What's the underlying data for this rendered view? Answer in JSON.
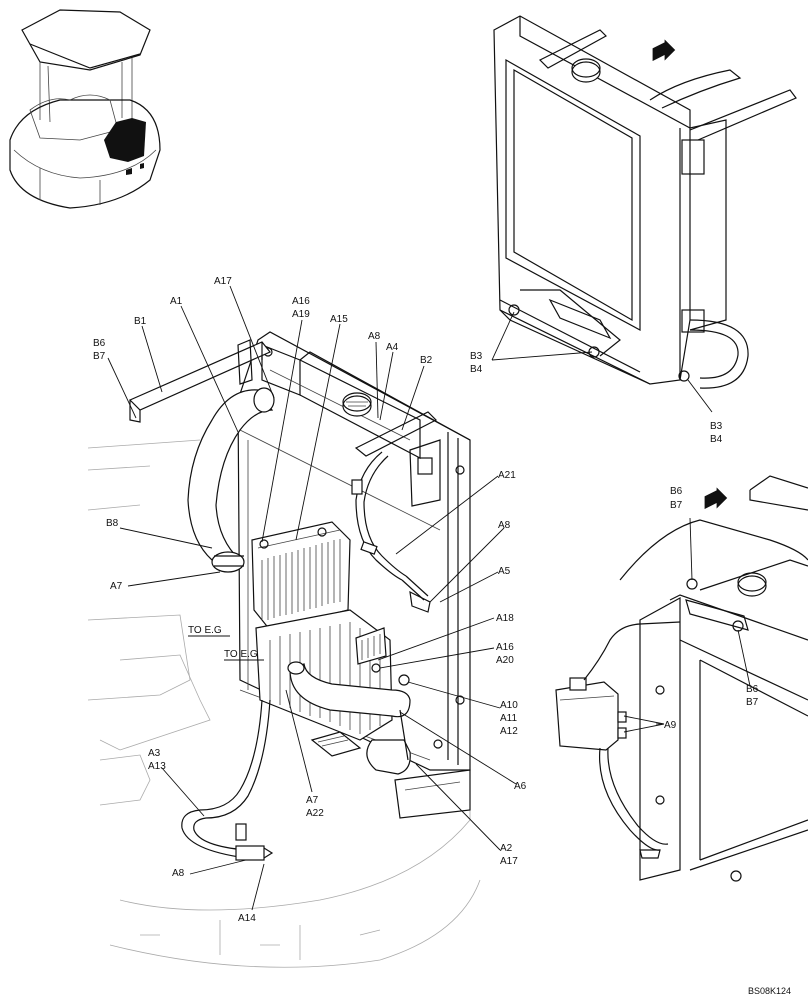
{
  "labels": {
    "A1": "A1",
    "A17": "A17",
    "A16": "A16",
    "A19": "A19",
    "A15": "A15",
    "A8": "A8",
    "A4": "A4",
    "B1": "B1",
    "B6": "B6",
    "B7": "B7",
    "B2": "B2",
    "A21": "A21",
    "B8": "B8",
    "A5": "A5",
    "A7": "A7",
    "A18": "A18",
    "A20": "A20",
    "A10": "A10",
    "A11": "A11",
    "A12": "A12",
    "A6": "A6",
    "A3": "A3",
    "A13": "A13",
    "A22": "A22",
    "A2": "A2",
    "A14": "A14",
    "A9": "A9",
    "B3": "B3",
    "B4": "B4"
  },
  "notes": {
    "to_eg": "TO E.G"
  },
  "drawing_code": "BS08K124",
  "icons": {
    "direction_arrow": "arrow-icon"
  }
}
